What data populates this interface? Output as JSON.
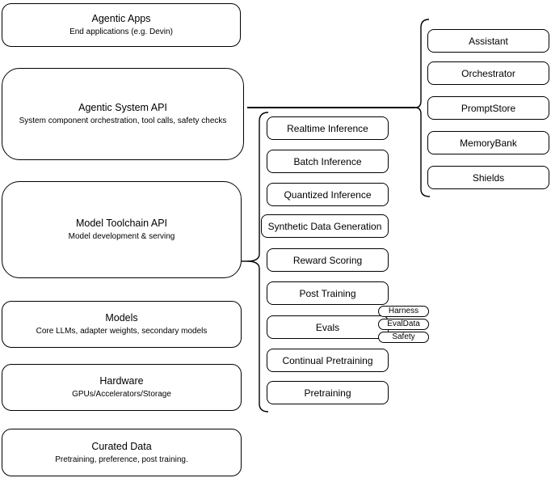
{
  "diagram": {
    "colors": {
      "stroke": "#000000",
      "background": "#ffffff",
      "text": "#000000"
    },
    "left_stack": [
      {
        "title": "Agentic Apps",
        "subtitle": "End applications (e.g. Devin)"
      },
      {
        "title": "Agentic System API",
        "subtitle": "System component orchestration, tool calls, safety checks"
      },
      {
        "title": "Model Toolchain API",
        "subtitle": "Model development & serving"
      },
      {
        "title": "Models",
        "subtitle": "Core LLMs, adapter weights, secondary models"
      },
      {
        "title": "Hardware",
        "subtitle": "GPUs/Accelerators/Storage"
      },
      {
        "title": "Curated Data",
        "subtitle": "Pretraining, preference, post training."
      }
    ],
    "toolchain_items": [
      "Realtime Inference",
      "Batch Inference",
      "Quantized Inference",
      "Synthetic Data Generation",
      "Reward Scoring",
      "Post Training",
      "Evals",
      "Continual Pretraining",
      "Pretraining"
    ],
    "eval_tags": [
      "Harness",
      "EvalData",
      "Safety"
    ],
    "system_components": [
      "Assistant",
      "Orchestrator",
      "PromptStore",
      "MemoryBank",
      "Shields"
    ]
  }
}
